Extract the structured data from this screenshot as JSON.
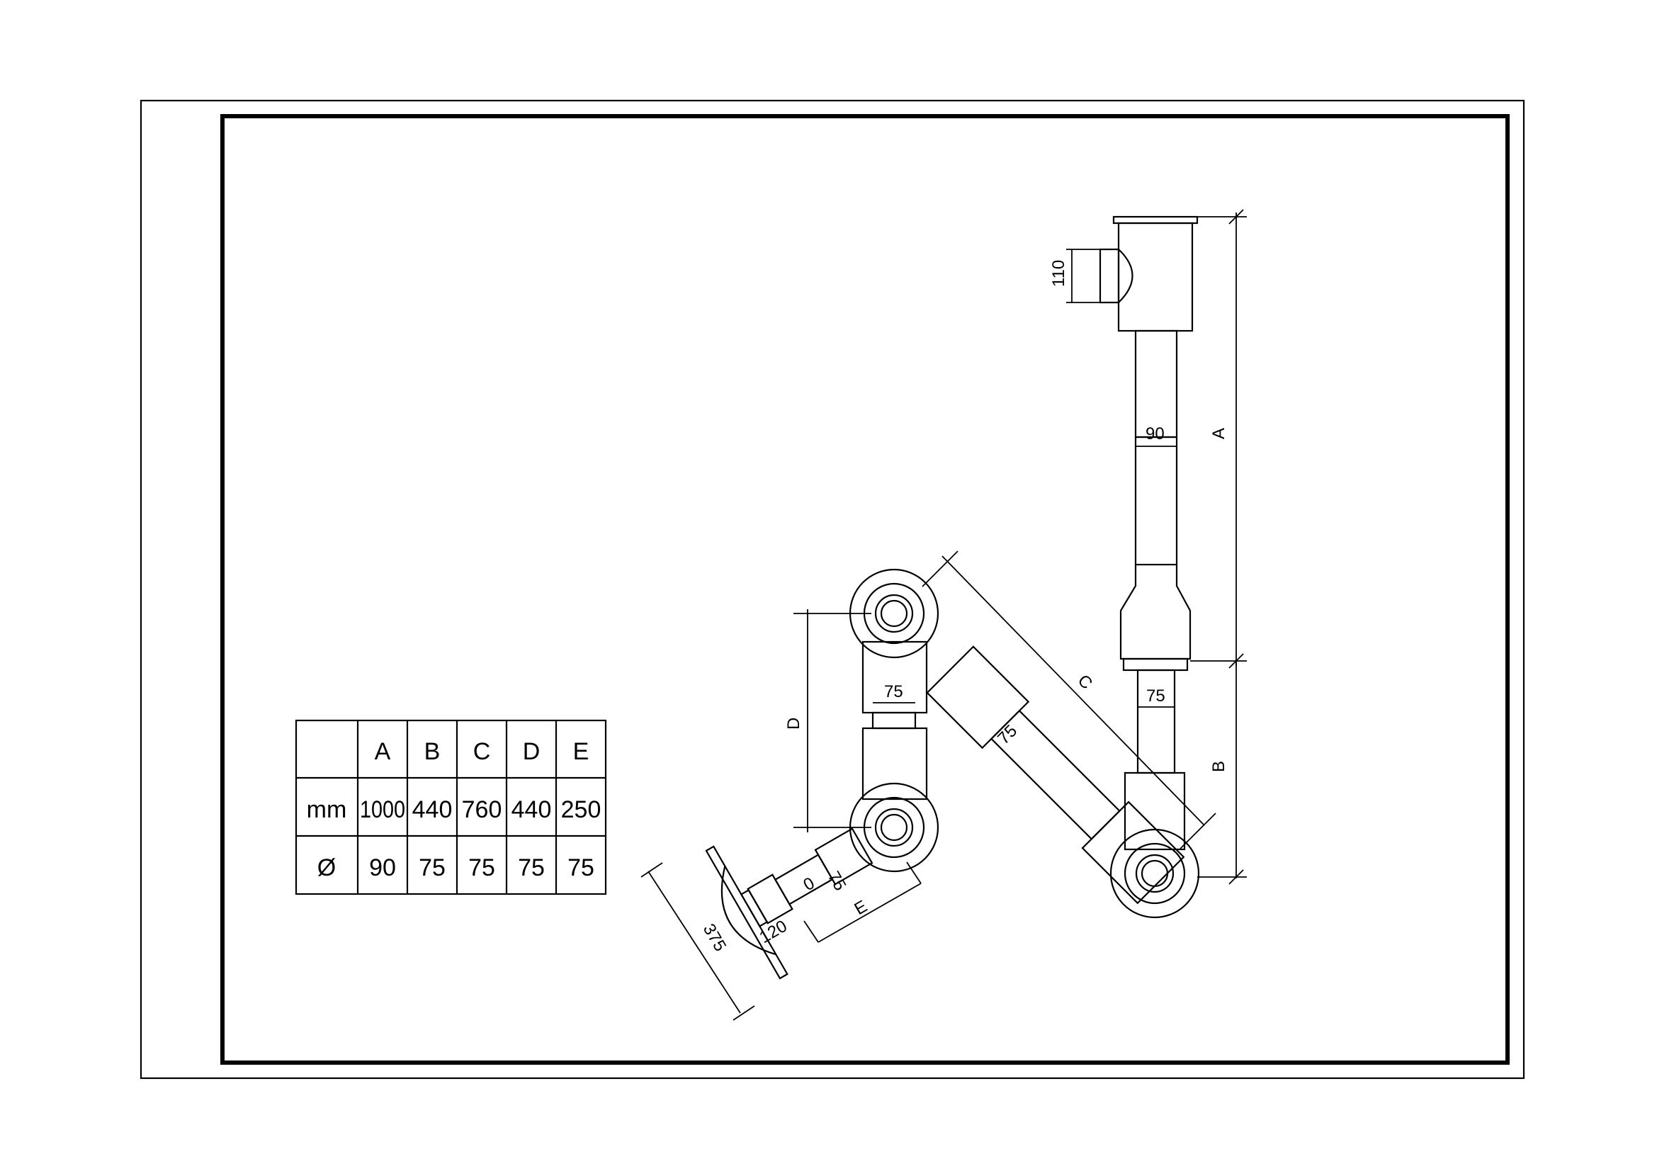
{
  "spec_table": {
    "columns": [
      "A",
      "B",
      "C",
      "D",
      "E"
    ],
    "rows": [
      {
        "label": "mm",
        "values": [
          "1000",
          "440",
          "760",
          "440",
          "250"
        ]
      },
      {
        "label": "Ø",
        "values": [
          "90",
          "75",
          "75",
          "75",
          "75"
        ]
      }
    ]
  },
  "dimensions": {
    "A": "A",
    "B": "B",
    "C": "C",
    "D": "D",
    "E": "E",
    "hood_height": "110",
    "tube_dia_upper": "90",
    "tube_dia_b": "75",
    "tube_dia_d": "75",
    "tube_dia_c": "75",
    "tube_dia_e": "75",
    "zero_mark": "0",
    "nozzle_len": "120",
    "nozzle_dia": "375"
  }
}
